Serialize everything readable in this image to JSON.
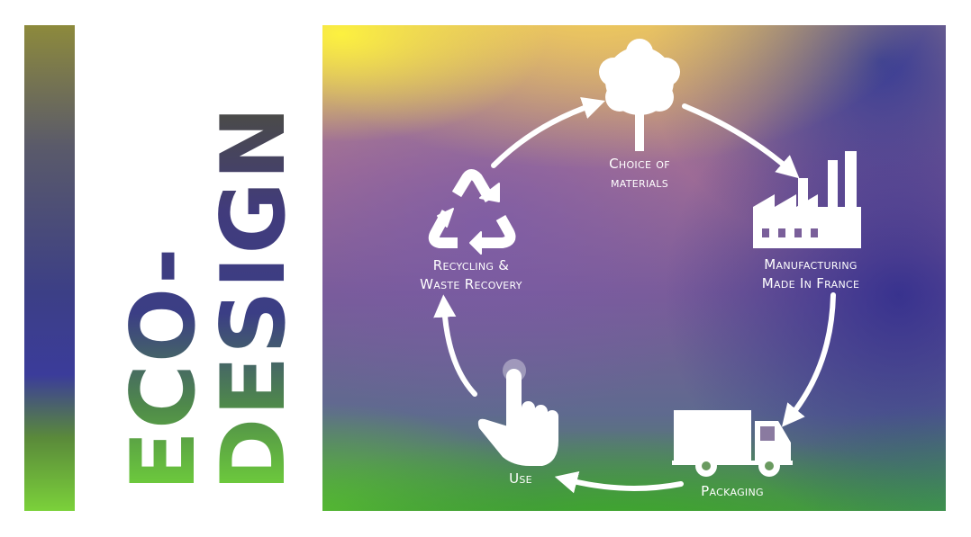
{
  "title": {
    "line1": "ECO-",
    "line2": "DESIGN"
  },
  "steps": [
    {
      "id": "materials",
      "icon": "tree-icon",
      "line1": "Choice of",
      "line2": "materials"
    },
    {
      "id": "manufacturing",
      "icon": "factory-icon",
      "line1": "Manufacturing",
      "line2": "Made In France"
    },
    {
      "id": "packaging",
      "icon": "truck-icon",
      "line1": "Packaging",
      "line2": ""
    },
    {
      "id": "use",
      "icon": "hand-pointer-icon",
      "line1": "Use",
      "line2": ""
    },
    {
      "id": "recycling",
      "icon": "recycle-icon",
      "line1": "Recycling &",
      "line2": "Waste Recovery"
    }
  ],
  "colors": {
    "accent_text": "#ffffff",
    "title_gradient_top": "#3a3a3a",
    "title_gradient_mid": "#3b3e85",
    "title_gradient_bottom": "#6fcf3b"
  }
}
